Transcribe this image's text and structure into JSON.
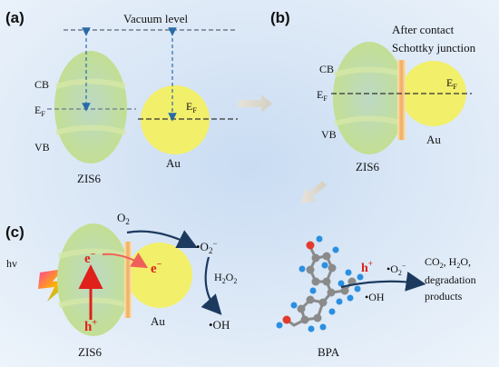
{
  "panels": {
    "a": "(a)",
    "b": "(b)",
    "c": "(c)"
  },
  "panel_a": {
    "vacuum_level": "Vacuum level",
    "cb": "CB",
    "ef_sem": "E",
    "ef_sem_sub": "F",
    "vb": "VB",
    "ef_au": "E",
    "ef_au_sub": "F",
    "zis6": "ZIS6",
    "au": "Au"
  },
  "panel_b": {
    "after_contact": "After contact",
    "schottky": "Schottky junction",
    "cb": "CB",
    "ef": "E",
    "ef_sub": "F",
    "vb": "VB",
    "ef_au": "E",
    "ef_au_sub": "F",
    "zis6": "ZIS6",
    "au": "Au"
  },
  "panel_c": {
    "hv": "hv",
    "e1": "e",
    "e1_sup": "−",
    "e2": "e",
    "e2_sup": "−",
    "h": "h",
    "h_sup": "+",
    "zis6": "ZIS6",
    "au": "Au",
    "o2": "O",
    "o2_sub": "2",
    "superoxide": "•O",
    "superoxide_sub": "2",
    "superoxide_sup": "−",
    "h2o2": "H",
    "h2o2_sub1": "2",
    "h2o2_mid": "O",
    "h2o2_sub2": "2",
    "oh": "•OH"
  },
  "bpa": {
    "hplus": "h",
    "hplus_sup": "+",
    "superoxide": "•O",
    "superoxide_sub": "2",
    "superoxide_sup": "−",
    "oh": "•OH",
    "products_line1": "CO",
    "products_line1_sub": "2",
    "products_line1_rest": ", H",
    "products_line1_sub2": "2",
    "products_line1_end": "O,",
    "products_line2": "degradation",
    "products_line3": "products",
    "label": "BPA"
  },
  "colors": {
    "semiconductor": "#c7e08a",
    "gold": "#f3f06a",
    "junction": "#f2c27a",
    "vacuum_line": "#5a6677",
    "blue_arrow": "#2b6aa8",
    "dark_arrow": "#1c3a5e",
    "red": "#e0201b"
  }
}
